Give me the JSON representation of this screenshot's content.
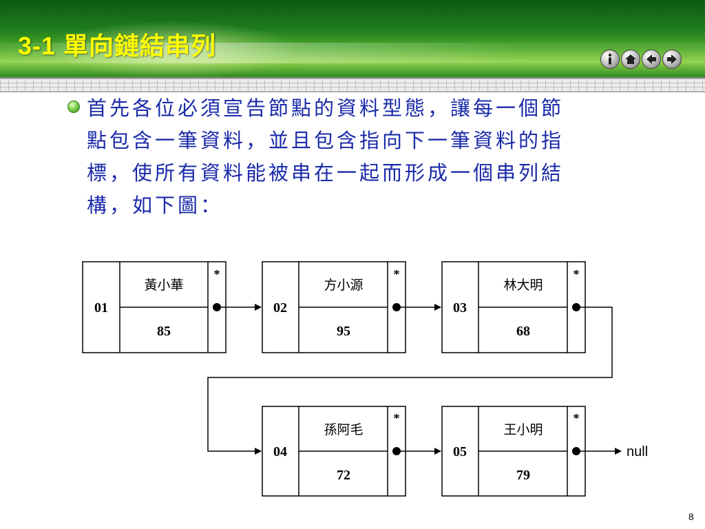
{
  "header": {
    "title": "3-1 單向鏈結串列",
    "nav": [
      {
        "name": "info-icon",
        "glyph": "i"
      },
      {
        "name": "home-icon",
        "glyph": "home"
      },
      {
        "name": "back-icon",
        "glyph": "left"
      },
      {
        "name": "forward-icon",
        "glyph": "right"
      }
    ]
  },
  "content": {
    "lines": [
      "首先各位必須宣告節點的資料型態，讓每一個節",
      "點包含一筆資料，並且包含指向下一筆資料的指",
      "標，使所有資料能被串在一起而形成一個串列結",
      "構，如下圖："
    ]
  },
  "diagram": {
    "star": "*",
    "null_label": "null",
    "nodes": [
      {
        "id": "01",
        "name": "黃小華",
        "score": "85"
      },
      {
        "id": "02",
        "name": "方小源",
        "score": "95"
      },
      {
        "id": "03",
        "name": "林大明",
        "score": "68"
      },
      {
        "id": "04",
        "name": "孫阿毛",
        "score": "72"
      },
      {
        "id": "05",
        "name": "王小明",
        "score": "79"
      }
    ]
  },
  "footer": {
    "page_number": "8"
  }
}
